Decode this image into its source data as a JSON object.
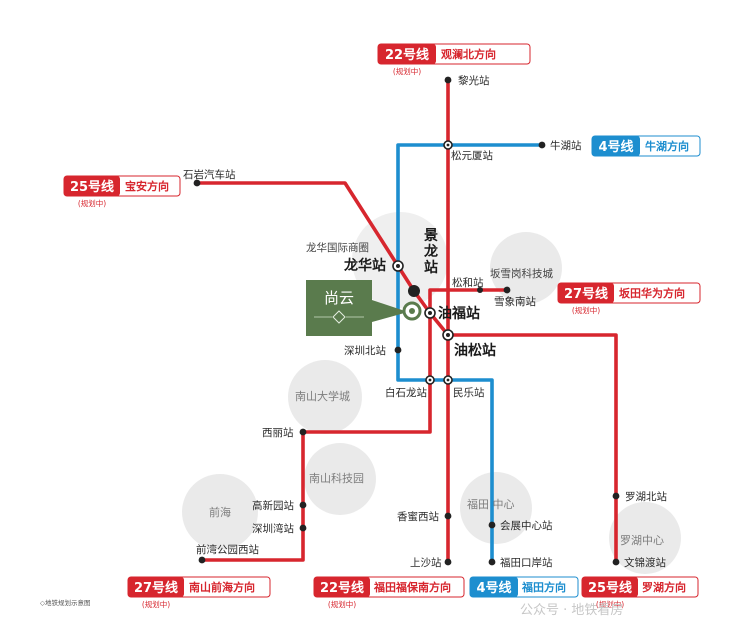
{
  "colors": {
    "line_red": "#d7262e",
    "line_blue": "#1d8ecf",
    "project_green": "#5a7b4d",
    "area_circle": "#dcdcdc"
  },
  "lines": {
    "l22_north": {
      "num": "22号线",
      "dir": "观澜北方向",
      "plan": "(规划中)"
    },
    "l25_west": {
      "num": "25号线",
      "dir": "宝安方向",
      "plan": "(规划中)"
    },
    "l4_north": {
      "num": "4号线",
      "dir": "牛湖方向"
    },
    "l27_east": {
      "num": "27号线",
      "dir": "坂田华为方向",
      "plan": "(规划中)"
    },
    "l27_south": {
      "num": "27号线",
      "dir": "南山前海方向",
      "plan": "(规划中)"
    },
    "l22_south": {
      "num": "22号线",
      "dir": "福田福保南方向",
      "plan": "(规划中)"
    },
    "l4_south": {
      "num": "4号线",
      "dir": "福田方向"
    },
    "l25_south": {
      "num": "25号线",
      "dir": "罗湖方向",
      "plan": "(规划中)"
    }
  },
  "stations": {
    "liguang": "黎光站",
    "songyuansha": "松元厦站",
    "niuhu": "牛湖站",
    "shiyan": "石岩汽车站",
    "longhua": "龙华站",
    "jinglong": "景龙站",
    "songhe": "松和站",
    "xuexiangnan": "雪象南站",
    "youfu": "油福站",
    "yousong": "油松站",
    "shenzhenbei": "深圳北站",
    "baishilong": "白石龙站",
    "minle": "民乐站",
    "xili": "西丽站",
    "gaoxinyuan": "高新园站",
    "shenzhenwan": "深圳湾站",
    "qianwanpark": "前湾公园西站",
    "xiangmixi": "香蜜西站",
    "shangsha": "上沙站",
    "huizhan": "会展中心站",
    "futiankouan": "福田口岸站",
    "luohubei": "罗湖北站",
    "wenjindu": "文锦渡站"
  },
  "areas": {
    "longhua_cbd": "龙华国际商圈",
    "bantian": "坂雪岗科技城",
    "nanshan_univ": "南山大学城",
    "nanshan_tech": "南山科技园",
    "qianhai": "前海",
    "futian": "福田 中心",
    "luohu": "罗湖中心"
  },
  "project": {
    "name": "尚云"
  },
  "footnote": "◇地铁规划示意图",
  "watermark": "公众号 · 地铁看房"
}
